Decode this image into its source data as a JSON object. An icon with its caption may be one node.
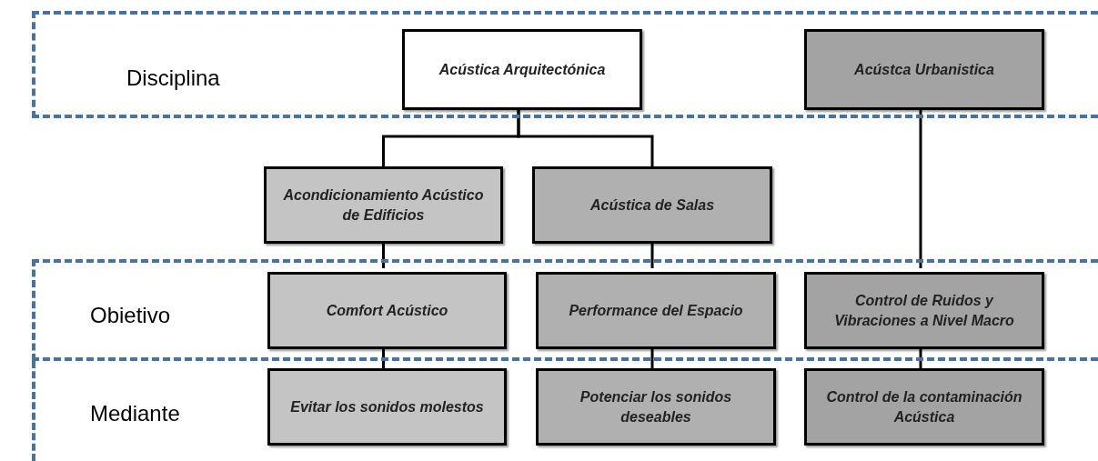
{
  "diagram": {
    "nodes": [
      {
        "text": [
          "Disciplina"
        ]
      },
      {
        "text": [
          "Acústica Arquitectónica"
        ],
        "in": 0
      },
      {
        "text": [
          "Acústca Urbanistica"
        ],
        "in": 0
      },
      {
        "text": [
          "Acondicionamiento Acústico de Edificios"
        ]
      },
      {
        "text": [
          "Acústica de Salas"
        ]
      },
      {
        "text": [
          "Obietivo"
        ]
      },
      {
        "text": [
          "Comfort Acústico"
        ],
        "in": 5
      },
      {
        "text": [
          "Performance del Espacio"
        ],
        "in": 5
      },
      {
        "text": [
          "Control de Ruidos y Vibraciones a Nivel Macro"
        ],
        "in": 5
      },
      {
        "text": [
          "Mediante"
        ]
      },
      {
        "text": [
          "Evitar los sonidos molestos"
        ],
        "in": 9
      },
      {
        "text": [
          "Potenciar los sonidos deseables"
        ],
        "in": 9
      },
      {
        "text": [
          "Control de la contaminación Acústica"
        ],
        "in": 9
      }
    ],
    "edges": [
      {
        "from": 1,
        "to": 3,
        "arrow": "none"
      },
      {
        "from": 1,
        "to": 4,
        "arrow": "none"
      },
      {
        "from": 2,
        "to": 8,
        "arrow": "none"
      },
      {
        "from": 3,
        "to": 6,
        "arrow": "none"
      },
      {
        "from": 4,
        "to": 7,
        "arrow": "none"
      },
      {
        "from": 6,
        "to": 10,
        "arrow": "none"
      },
      {
        "from": 7,
        "to": 11,
        "arrow": "none"
      },
      {
        "from": 8,
        "to": 12,
        "arrow": "none"
      }
    ]
  }
}
